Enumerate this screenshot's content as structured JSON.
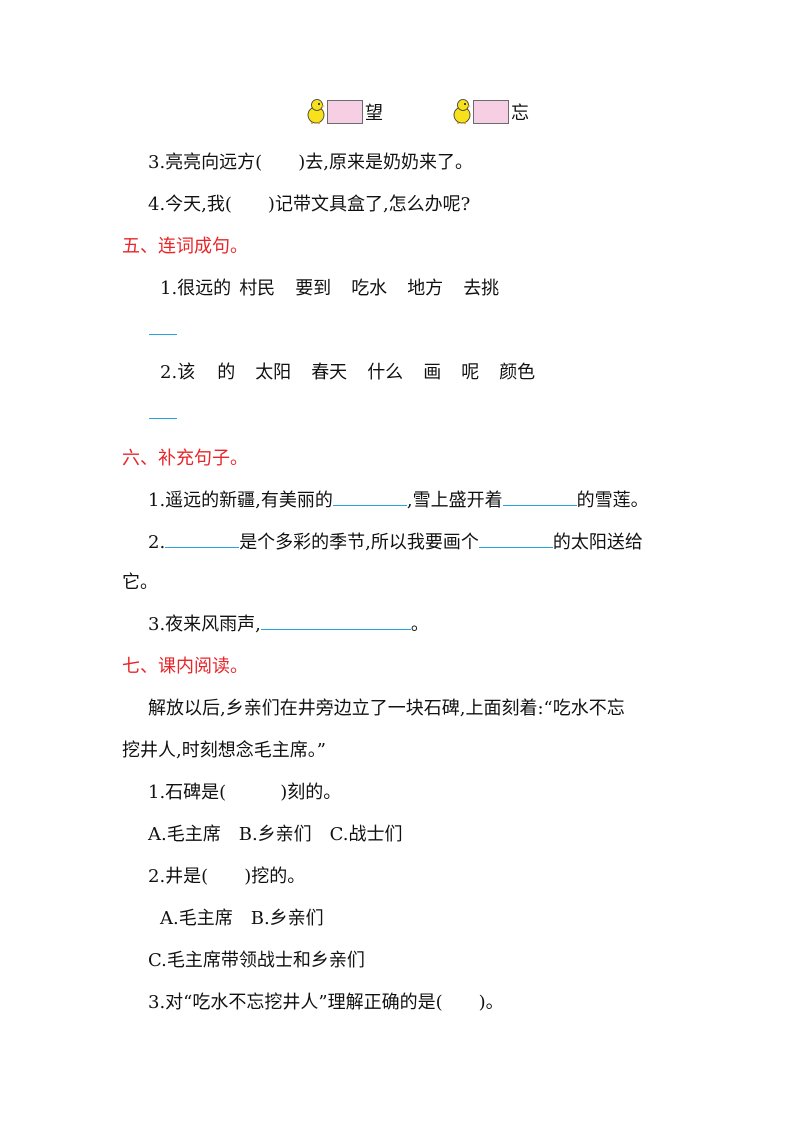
{
  "chick_items": [
    {
      "char": "望"
    },
    {
      "char": "忘"
    }
  ],
  "section4": {
    "q3": "3.亮亮向远方(　　)去,原来是奶奶来了。",
    "q4": "4.今天,我(　　)记带文具盒了,怎么办呢?"
  },
  "section5": {
    "heading": "五、连词成句。",
    "q1_num": "1.",
    "q1_words": [
      "很远的",
      "村民",
      "要到",
      "吃水",
      "地方",
      "去挑"
    ],
    "q2_num": "2.",
    "q2_words": [
      "该",
      "的",
      "太阳",
      "春天",
      "什么",
      "画",
      "呢",
      "颜色"
    ]
  },
  "section6": {
    "heading": "六、补充句子。",
    "q1_a": "1.遥远的新疆,有美丽的",
    "q1_b": ",雪上盛开着",
    "q1_c": "的雪莲。",
    "q2_num": "2.",
    "q2_a": "是个多彩的季节,所以我要画个",
    "q2_b": "的太阳送给",
    "q2_c": "它。",
    "q3_a": "3.夜来风雨声,",
    "q3_b": "。"
  },
  "section7": {
    "heading": "七、课内阅读。",
    "passage_1": "解放以后,乡亲们在井旁边立了一块石碑,上面刻着:“吃水不忘",
    "passage_2": "挖井人,时刻想念毛主席。”",
    "q1": "1.石碑是(　　　)刻的。",
    "q1_options": "A.毛主席　B.乡亲们　C.战士们",
    "q2": "2.井是(　　)挖的。",
    "q2_options_ab": "A.毛主席　B.乡亲们",
    "q2_option_c": "C.毛主席带领战士和乡亲们",
    "q3": "3.对“吃水不忘挖井人”理解正确的是(　　)。"
  },
  "colors": {
    "heading": "#e8262a",
    "blank_line": "#29a3dd",
    "box_fill": "#f6cfe4",
    "chick": "#f7e11c"
  },
  "icons": [
    "chick-icon"
  ]
}
